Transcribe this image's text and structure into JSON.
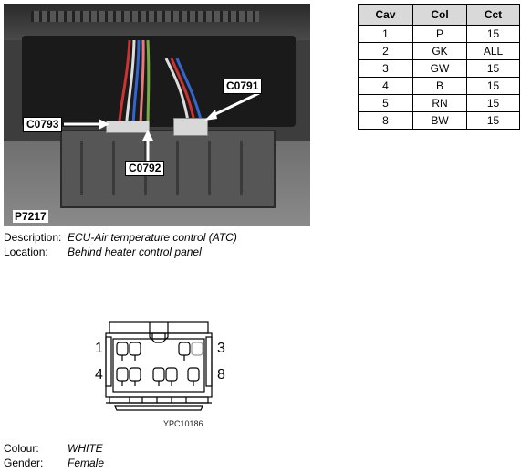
{
  "photo": {
    "callouts": {
      "c0791": "C0791",
      "c0792": "C0792",
      "c0793": "C0793"
    },
    "label": "P7217"
  },
  "table": {
    "headers": [
      "Cav",
      "Col",
      "Cct"
    ],
    "rows": [
      [
        "1",
        "P",
        "15"
      ],
      [
        "2",
        "GK",
        "ALL"
      ],
      [
        "3",
        "GW",
        "15"
      ],
      [
        "4",
        "B",
        "15"
      ],
      [
        "5",
        "RN",
        "15"
      ],
      [
        "8",
        "BW",
        "15"
      ]
    ]
  },
  "info": {
    "description_label": "Description:",
    "description_value": "ECU-Air temperature control (ATC)",
    "location_label": "Location:",
    "location_value": "Behind heater control panel",
    "colour_label": "Colour:",
    "colour_value": "WHITE",
    "gender_label": "Gender:",
    "gender_value": "Female"
  },
  "connector": {
    "pin_labels": {
      "p1": "1",
      "p3": "3",
      "p4": "4",
      "p8": "8"
    },
    "reference": "YPC10186"
  }
}
